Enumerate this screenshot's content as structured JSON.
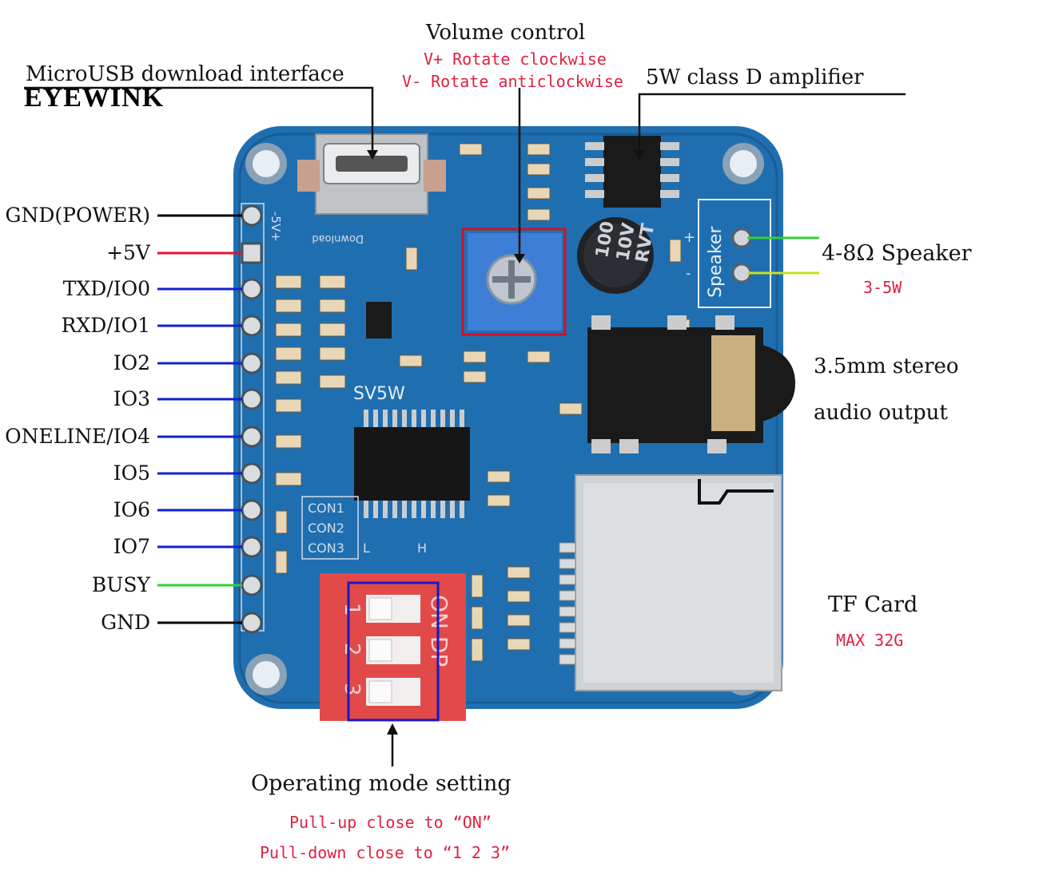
{
  "brand": "EYEWINK",
  "labels": {
    "volume_title": "Volume control",
    "volume_line1": "V+ Rotate clockwise",
    "volume_line2": "V- Rotate anticlockwise",
    "usb": "MicroUSB download interface",
    "amp": "5W class D amplifier",
    "speaker": "4-8Ω Speaker",
    "speaker_power": "3-5W",
    "audio_line1": "3.5mm stereo",
    "audio_line2": "audio output",
    "tf_title": "TF Card",
    "tf_max": "MAX 32G",
    "mode_title": "Operating mode setting",
    "mode_line1": "Pull-up close to “ON”",
    "mode_line2": "Pull-down close to “1 2 3”"
  },
  "pins": [
    {
      "label": "GND(POWER)",
      "color": "#000000"
    },
    {
      "label": "+5V",
      "color": "#e8102a"
    },
    {
      "label": "TXD/IO0",
      "color": "#1020d0"
    },
    {
      "label": "RXD/IO1",
      "color": "#1020d0"
    },
    {
      "label": "IO2",
      "color": "#1020d0"
    },
    {
      "label": "IO3",
      "color": "#1020d0"
    },
    {
      "label": "ONELINE/IO4",
      "color": "#1020d0"
    },
    {
      "label": "IO5",
      "color": "#1020d0"
    },
    {
      "label": "IO6",
      "color": "#1020d0"
    },
    {
      "label": "IO7",
      "color": "#1020d0"
    },
    {
      "label": "BUSY",
      "color": "#30d030"
    },
    {
      "label": "GND",
      "color": "#000000"
    }
  ],
  "board": {
    "chip": "SV5W",
    "usb_silk": "Download",
    "power_silk": "-5V+",
    "speaker_silk": "Speaker",
    "capacitor": [
      "100",
      "10V",
      "RVT"
    ],
    "con": [
      "CON1",
      "CON2",
      "CON3"
    ],
    "dip_left": [
      "1",
      "2",
      "3"
    ],
    "dip_right": "ON DP",
    "silk_l": "L",
    "silk_h": "H",
    "plus": "+",
    "minus": "-"
  },
  "colors": {
    "pcb": "#1f6fb0",
    "callout_box": "#d0102a",
    "mode_box": "#1818c0"
  }
}
